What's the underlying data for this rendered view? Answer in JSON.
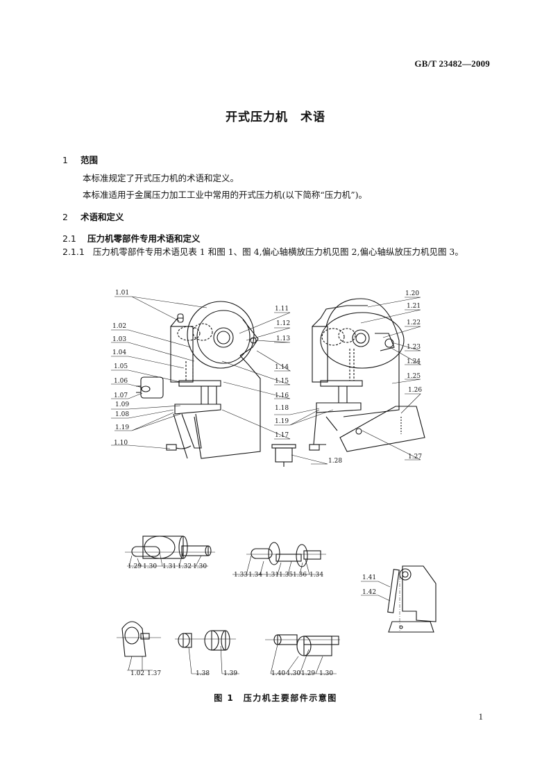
{
  "header": {
    "standard_code": "GB/T 23482—2009"
  },
  "document": {
    "title": "开式压力机　术语",
    "sections": [
      {
        "number": "1",
        "heading": "范围",
        "paragraphs": [
          "本标准规定了开式压力机的术语和定义。",
          "本标准适用于金属压力加工工业中常用的开式压力机(以下简称“压力机”)。"
        ]
      },
      {
        "number": "2",
        "heading": "术语和定义"
      },
      {
        "number": "2.1",
        "heading": "压力机零部件专用术语和定义"
      },
      {
        "number": "2.1.1",
        "text": "压力机零部件专用术语见表 1 和图 1、图 4,偏心轴横放压力机见图 2,偏心轴纵放压力机见图 3。"
      }
    ]
  },
  "figure": {
    "caption": "图 1　压力机主要部件示意图",
    "left_machine_labels": [
      "1.01",
      "1.02",
      "1.03",
      "1.04",
      "1.05",
      "1.06",
      "1.07",
      "1.09",
      "1.08",
      "1.19",
      "1.10"
    ],
    "middle_labels": [
      "1.11",
      "1.12",
      "1.13",
      "1.14",
      "1.15",
      "1.16",
      "1.18",
      "1.19",
      "1.17"
    ],
    "right_machine_labels": [
      "1.20",
      "1.21",
      "1.22",
      "1.23",
      "1.24",
      "1.25",
      "1.26",
      "1.27",
      "1.28"
    ],
    "shaft1_labels": [
      "1.29",
      "1.30",
      "1.31",
      "1.32",
      "1.30"
    ],
    "shaft2_labels": [
      "1.33",
      "1.34",
      "1.31",
      "1.35",
      "1.36",
      "1.34"
    ],
    "guide_labels": [
      "1.41",
      "1.42"
    ],
    "bottom_labels": [
      "1.02",
      "1.37",
      "1.38",
      "1.39",
      "1.40",
      "1.30",
      "1.29",
      "1.30"
    ]
  },
  "footer": {
    "page_number": "1"
  }
}
